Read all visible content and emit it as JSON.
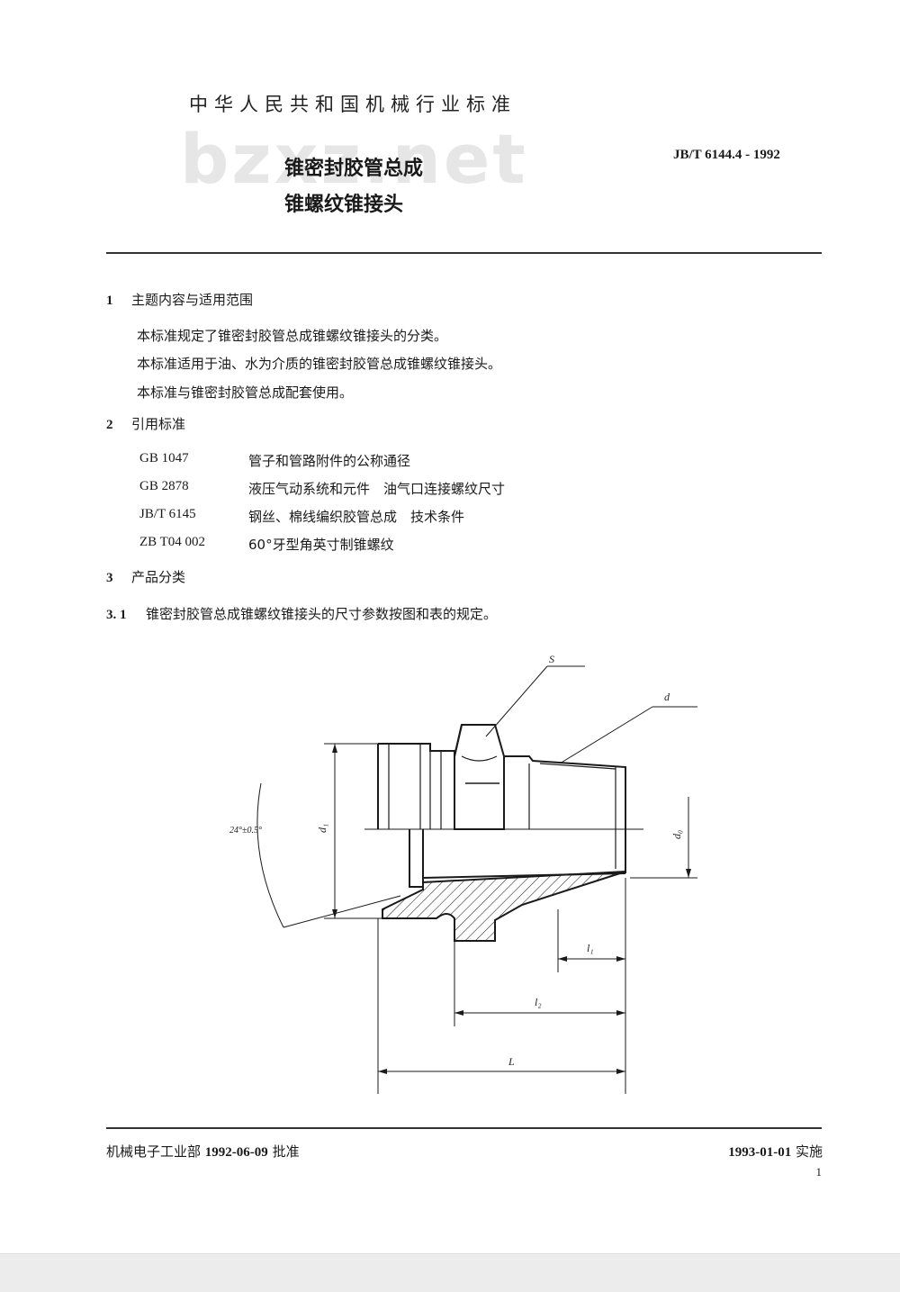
{
  "header": {
    "org": "中华人民共和国机械行业标准",
    "watermark": "bzxz.net",
    "code": "JB/T 6144.4 - 1992",
    "title_line1": "锥密封胶管总成",
    "title_line2": "锥螺纹锥接头"
  },
  "sections": {
    "s1": {
      "num": "1",
      "title": "主题内容与适用范围"
    },
    "s1_paragraphs": [
      "本标准规定了锥密封胶管总成锥螺纹锥接头的分类。",
      "本标准适用于油、水为介质的锥密封胶管总成锥螺纹锥接头。",
      "本标准与锥密封胶管总成配套使用。"
    ],
    "s2": {
      "num": "2",
      "title": "引用标准"
    },
    "references": [
      {
        "code": "GB  1047",
        "title": "管子和管路附件的公称通径"
      },
      {
        "code": "GB  2878",
        "title": "液压气动系统和元件　油气口连接螺纹尺寸"
      },
      {
        "code": "JB/T  6145",
        "title": "钢丝、棉线编织胶管总成　技术条件"
      },
      {
        "code": "ZB  T04  002",
        "title": "60°牙型角英寸制锥螺纹"
      }
    ],
    "s3": {
      "num": "3",
      "title": "产品分类"
    },
    "s31": {
      "num": "3. 1",
      "text": "锥密封胶管总成锥螺纹锥接头的尺寸参数按图和表的规定。"
    }
  },
  "figure": {
    "labels": {
      "S": "S",
      "d": "d",
      "d1": "d₁",
      "d0": "d₀",
      "l1": "l₁",
      "l2": "l₂",
      "L": "L",
      "angle": "24°±0.5°"
    }
  },
  "footer": {
    "approver": "机械电子工业部",
    "approve_date": "1992-06-09",
    "approve_word": "批准",
    "impl_date": "1993-01-01",
    "impl_word": "实施",
    "page": "1"
  }
}
